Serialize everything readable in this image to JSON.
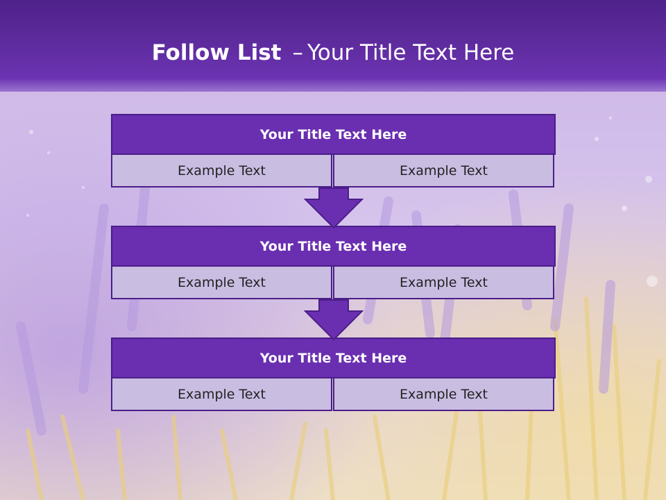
{
  "slide": {
    "title_bold": "Follow List",
    "title_dash": "–",
    "title_rest": "Your Title Text Here"
  },
  "steps": [
    {
      "title": "Your Title Text Here",
      "left": "Example Text",
      "right": "Example Text"
    },
    {
      "title": "Your Title Text Here",
      "left": "Example Text",
      "right": "Example Text"
    },
    {
      "title": "Your Title Text Here",
      "left": "Example Text",
      "right": "Example Text"
    }
  ],
  "colors": {
    "header_purple": "#5c2a9a",
    "box_purple": "#6a2fb0",
    "box_border": "#4b1e88",
    "cell_lavender": "#c9bde2",
    "arrow_purple": "#6a2fb0"
  },
  "icons": [
    "down-arrow-icon"
  ]
}
